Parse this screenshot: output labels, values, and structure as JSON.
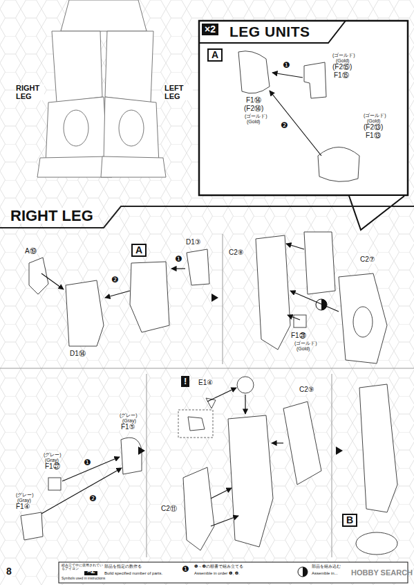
{
  "diagram": {
    "nodes": [
      {
        "text": [
          "LEG UNITS"
        ]
      },
      {
        "text": [
          "×2"
        ],
        "in": 0
      },
      {
        "text": [
          "A"
        ],
        "in": 0
      },
      {
        "text": [
          "A"
        ]
      },
      {
        "text": [
          "B"
        ]
      },
      {
        "text": [
          "!"
        ]
      },
      {
        "text": [
          "×2"
        ]
      }
    ],
    "labels": [
      "RIGHT LEG",
      "LEFT LEG",
      "❶",
      "(ゴールド)",
      "(Gold)",
      "(F2⑮)",
      "F1⑮",
      "F1⑭",
      "(F2⑭)",
      "(ゴールド)",
      "(Gold)",
      "(ゴールド)",
      "(Gold)",
      "(F2⑬)",
      "F1⑬",
      "❷",
      "RIGHT LEG",
      "A⑲",
      "D1⑭",
      "❶",
      "❷",
      "D1③",
      "C2⑧",
      "F1㉖",
      "(ゴールド)",
      "(Gold)",
      "C2⑦",
      "(グレー)",
      "(Gray)",
      "F1⑤",
      "(グレー)",
      "(Gray)",
      "F1㉗",
      "(グレー)",
      "(Gray)",
      "F1④",
      "❶",
      "❷",
      "E1④",
      "C2⑨",
      "C2⑪",
      "8",
      "組み立て中に使用されているアイコン",
      "Symbols used in instructions",
      "部品を指定の数作る",
      "Build specified number of parts.",
      "❶→❷の順番で組み立てる",
      "Assemble in order ❶, ❷.",
      "部品を組み込む",
      "Assemble in...",
      "HOBBY SEARCH",
      "❶"
    ]
  }
}
